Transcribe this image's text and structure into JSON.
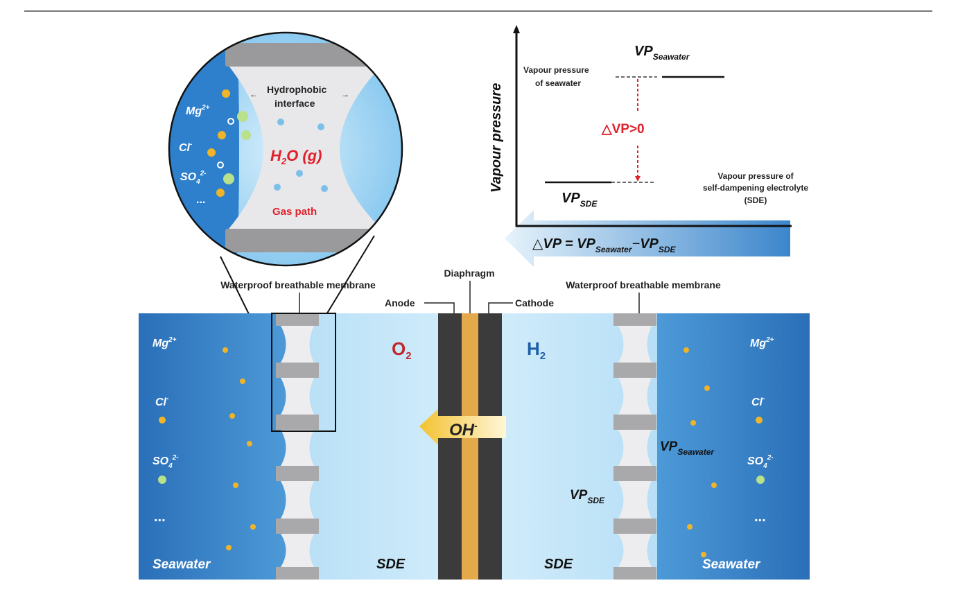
{
  "colors": {
    "seawater": "#2f7fc8",
    "sde": "#bfe3f7",
    "red": "#e0202a",
    "blue": "#1f5fa8",
    "diaphragm": "#e4a94a",
    "ion_yellow": "#f0b429",
    "ion_green": "#b9e08a"
  },
  "zoom_circle": {
    "hydrophobic": "Hydrophobic",
    "interface": "interface",
    "h2o": "H",
    "h2o_sub": "2",
    "h2o_rest": "O (g)",
    "gas_path": "Gas path",
    "ions": [
      {
        "base": "Mg",
        "sup": "2+"
      },
      {
        "base": "Cl",
        "sup": "-"
      },
      {
        "base": "SO",
        "sub": "4",
        "sup": "2-"
      },
      {
        "base": "..."
      }
    ]
  },
  "vp_chart": {
    "ylabel": "Vapour pressure",
    "vp": "VP",
    "seawater_sub": "Seawater",
    "sde_sub": "SDE",
    "seawater_label_1": "Vapour pressure",
    "seawater_label_2": "of seawater",
    "sde_label_1": "Vapour pressure of",
    "sde_label_2": "self-dampening electrolyte",
    "sde_label_3": "(SDE)",
    "delta_positive": "△VP>0",
    "equation_delta": "△",
    "equation_vp": "VP = VP",
    "equation_minus": "−",
    "equation_vp2": "VP"
  },
  "cell": {
    "membrane_left": "Waterproof breathable membrane",
    "membrane_right": "Waterproof breathable membrane",
    "diaphragm": "Diaphragm",
    "anode": "Anode",
    "cathode": "Cathode",
    "o2": "O",
    "o2_sub": "2",
    "h2": "H",
    "h2_sub": "2",
    "oh": "OH",
    "oh_sup": "-",
    "sde_left": "SDE",
    "sde_right": "SDE",
    "seawater_left": "Seawater",
    "seawater_right": "Seawater",
    "vp": "VP",
    "vp_seawater_sub": "Seawater",
    "vp_sde_sub": "SDE",
    "ions": [
      {
        "base": "Mg",
        "sup": "2+"
      },
      {
        "base": "Cl",
        "sup": "-"
      },
      {
        "base": "SO",
        "sub": "4",
        "sup": "2-"
      },
      {
        "base": "..."
      }
    ]
  }
}
